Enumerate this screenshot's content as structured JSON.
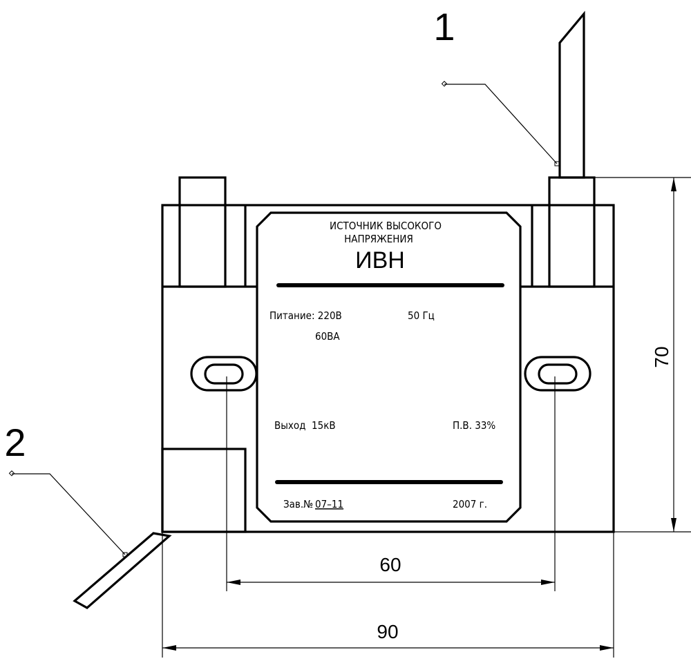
{
  "plate": {
    "title_line1": "ИСТОЧНИК ВЫСОКОГО",
    "title_line2": "НАПРЯЖЕНИЯ",
    "model": "ИВН",
    "supply": "Питание: 220В",
    "frequency": "50 Гц",
    "power": "60ВА",
    "output": "Выход  15кВ",
    "duty_cycle": "П.В. 33%",
    "serial_label": "Зав.№",
    "serial_number": "07–11",
    "year": "2007 г."
  },
  "callouts": [
    "1",
    "2"
  ],
  "dimensions": {
    "mount_spacing": "60",
    "overall_width": "90",
    "overall_height": "70"
  }
}
